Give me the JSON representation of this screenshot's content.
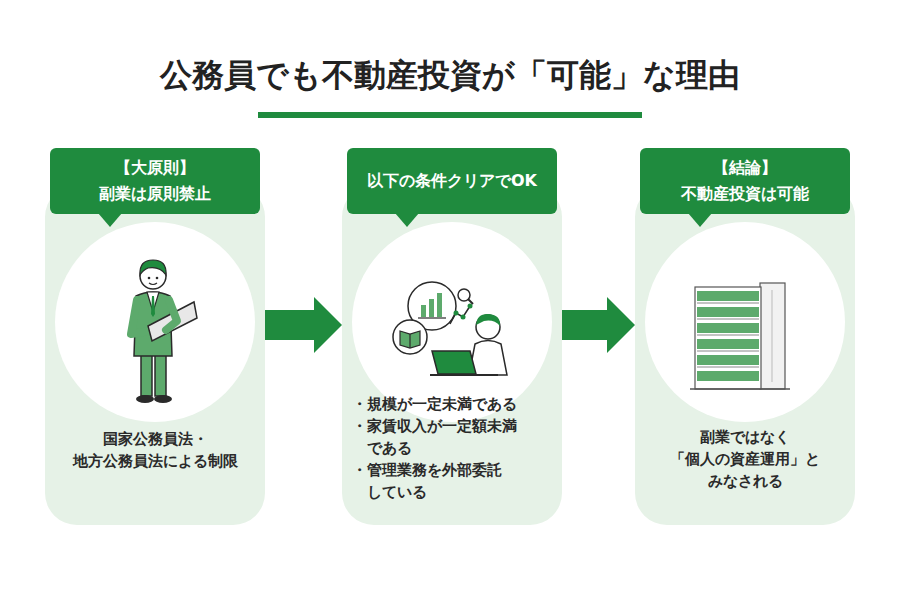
{
  "diagram": {
    "title": "公務員でも不動産投資が「可能」な理由",
    "nodes": [
      {
        "text": [
          "【大原則】",
          "副業は原則禁止"
        ]
      },
      {
        "text": [
          "国家公務員法・ 地方公務員法による制限"
        ]
      },
      {
        "text": [
          "以下の条件クリアでOK"
        ]
      },
      {
        "text": [
          "・規模が一定未満である",
          "・家賃収入が一定額未満である",
          "・管理業務を外部委託している"
        ]
      },
      {
        "text": [
          "【結論】",
          "不動産投資は可能"
        ]
      },
      {
        "text": [
          "副業ではなく 「個人の資産運用」と みなされる"
        ]
      }
    ],
    "edges": [
      {
        "from": 1,
        "to": 3,
        "arrow": "to"
      },
      {
        "from": 3,
        "to": 5,
        "arrow": "to"
      }
    ]
  }
}
